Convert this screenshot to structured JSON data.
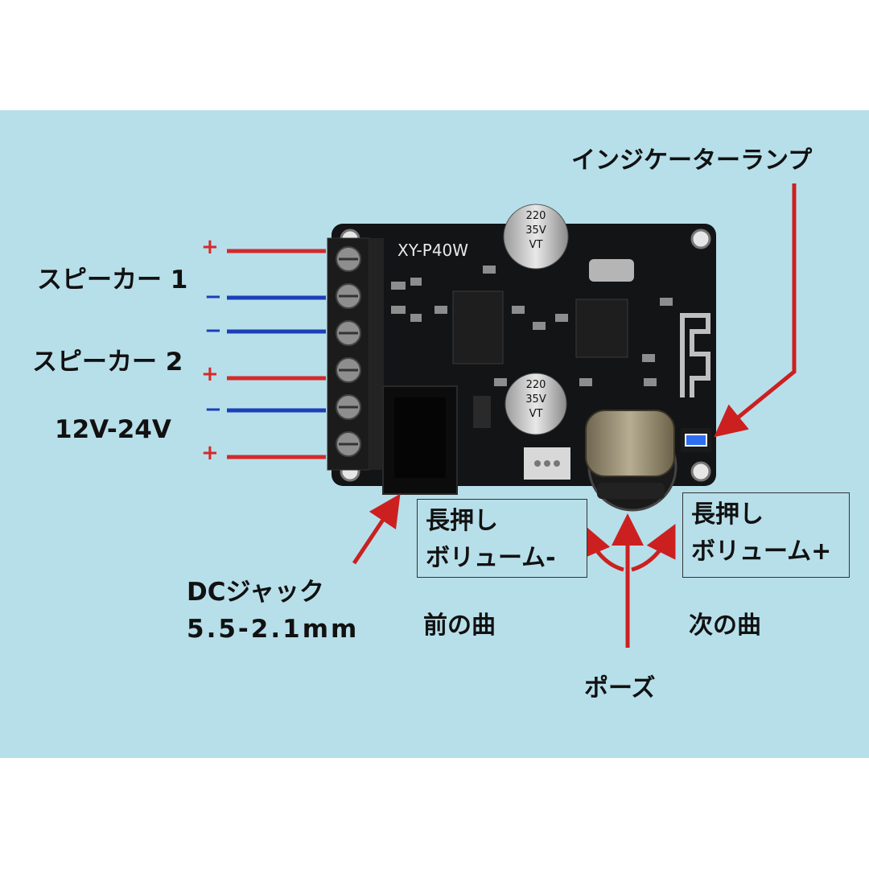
{
  "board_model": "XY-P40W",
  "cap_top": [
    "220",
    "35V",
    "VT"
  ],
  "cap_bottom": [
    "220",
    "35V",
    "VT"
  ],
  "labels": {
    "indicator": "インジケーターランプ",
    "speaker1": "スピーカー 1",
    "speaker2": "スピーカー 2",
    "power": "12V-24V",
    "dc_jack_line1": "DCジャック",
    "dc_jack_line2": "5.5-2.1mm",
    "prev_line1": "長押し",
    "prev_line2": "ボリューム-",
    "prev_track": "前の曲",
    "next_line1": "長押し",
    "next_line2": "ボリューム+",
    "next_track": "次の曲",
    "pause": "ポーズ"
  },
  "signs": [
    "+",
    "−",
    "−",
    "+",
    "−",
    "+"
  ],
  "colors": {
    "background": "#b7dfea",
    "board": "#121416",
    "red_wire": "#d42a2a",
    "blue_wire": "#1c3fb8",
    "arrow": "#cc2020"
  }
}
